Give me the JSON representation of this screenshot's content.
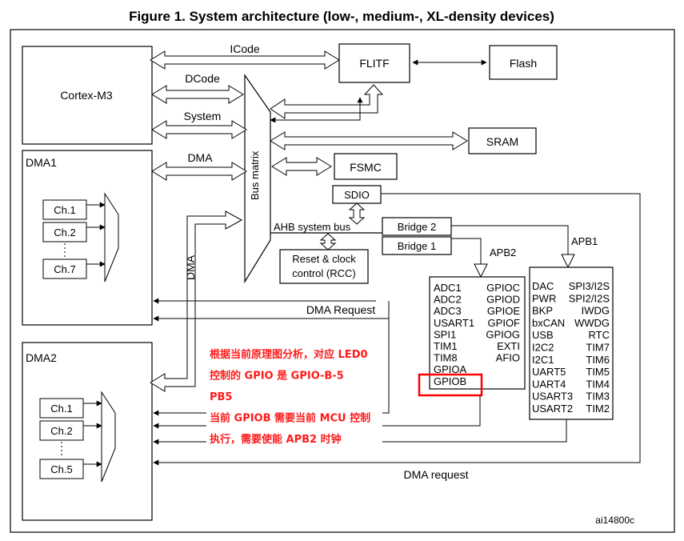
{
  "figure": {
    "title": "Figure 1. System architecture (low-, medium-, XL-density devices)",
    "ref_code": "ai14800c"
  },
  "blocks": {
    "cortex": "Cortex-M3",
    "flitf": "FLITF",
    "flash": "Flash",
    "sram": "SRAM",
    "fsmc": "FSMC",
    "sdio": "SDIO",
    "bus_matrix": "Bus matrix",
    "ahb_bus": "AHB system bus",
    "bridge2": "Bridge  2",
    "bridge1": "Bridge  1",
    "rcc_line1": "Reset & clock",
    "rcc_line2": "control (RCC)",
    "dma1": "DMA1",
    "dma2": "DMA2"
  },
  "bus_labels": {
    "icode": "ICode",
    "dcode": "DCode",
    "system": "System",
    "dma": "DMA",
    "dma_vertical": "DMA",
    "apb2": "APB2",
    "apb1": "APB1",
    "dma_request_upper": "DMA Request",
    "dma_request_lower": "DMA request"
  },
  "channels": {
    "dma1": [
      "Ch.1",
      "Ch.2",
      "Ch.7"
    ],
    "dma2": [
      "Ch.1",
      "Ch.2",
      "Ch.5"
    ]
  },
  "apb2_peripherals": {
    "left": [
      "ADC1",
      "ADC2",
      "ADC3",
      "USART1",
      "SPI1",
      "TIM1",
      "TIM8",
      "GPIOA",
      "GPIOB"
    ],
    "right": [
      "GPIOC",
      "GPIOD",
      "GPIOE",
      "GPIOF",
      "GPIOG",
      "EXTI",
      "AFIO"
    ]
  },
  "apb1_peripherals": {
    "left": [
      "DAC",
      "PWR",
      "BKP",
      "bxCAN",
      "USB",
      "I2C2",
      "I2C1",
      "UART5",
      "UART4",
      "USART3",
      "USART2"
    ],
    "right": [
      "SPI3/I2S",
      "SPI2/I2S",
      "IWDG",
      "WWDG",
      "RTC",
      "TIM7",
      "TIM6",
      "TIM5",
      "TIM4",
      "TIM3",
      "TIM2"
    ]
  },
  "annotation": {
    "lines": [
      "根据当前原理图分析，对应 LED0",
      "控制的 GPIO 是 GPIO-B-5",
      "PB5",
      "当前 GPIOB 需要当前 MCU 控制",
      "执行，需要使能 APB2 时钟"
    ],
    "color": "#ff1a1a",
    "highlight_color": "#ff0000"
  }
}
